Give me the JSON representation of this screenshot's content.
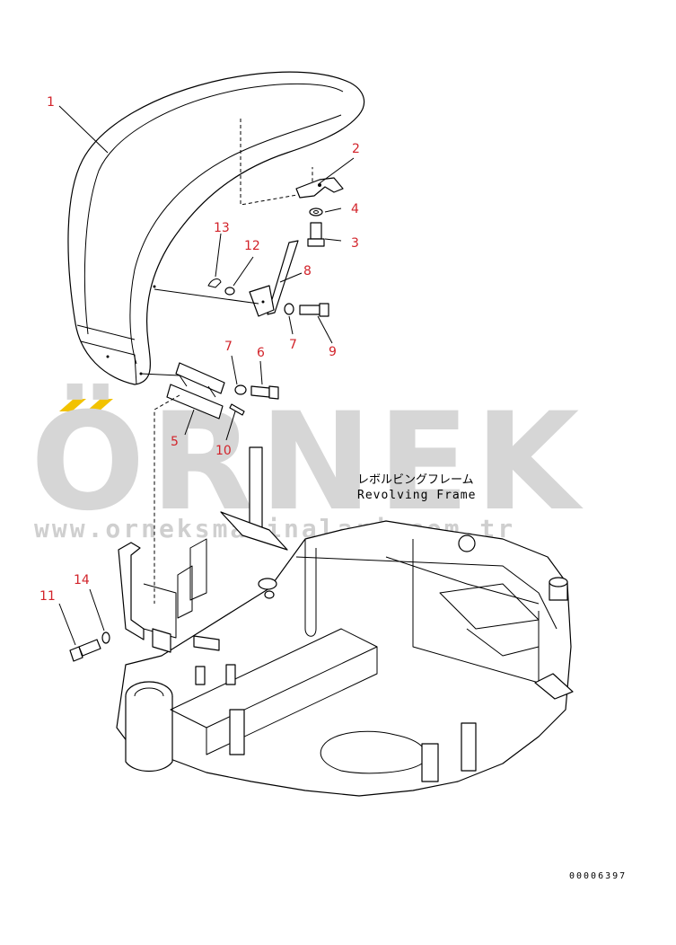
{
  "parts": [
    {
      "id": "1",
      "label": "1"
    },
    {
      "id": "2",
      "label": "2"
    },
    {
      "id": "3",
      "label": "3"
    },
    {
      "id": "4",
      "label": "4"
    },
    {
      "id": "5",
      "label": "5"
    },
    {
      "id": "6",
      "label": "6"
    },
    {
      "id": "7a",
      "label": "7"
    },
    {
      "id": "7b",
      "label": "7"
    },
    {
      "id": "8",
      "label": "8"
    },
    {
      "id": "9",
      "label": "9"
    },
    {
      "id": "10",
      "label": "10"
    },
    {
      "id": "11",
      "label": "11"
    },
    {
      "id": "12",
      "label": "12"
    },
    {
      "id": "13",
      "label": "13"
    },
    {
      "id": "14",
      "label": "14"
    }
  ],
  "frame_label": {
    "japanese": "レボルビングフレーム",
    "english": "Revolving Frame"
  },
  "watermark": {
    "text": "ÖRNEK",
    "url": "www.orneksmakinalari.com.tr"
  },
  "drawing_number": "00006397",
  "colors": {
    "callout": "#d2232a",
    "linework": "#000000",
    "watermark": "#d6d6d6"
  }
}
